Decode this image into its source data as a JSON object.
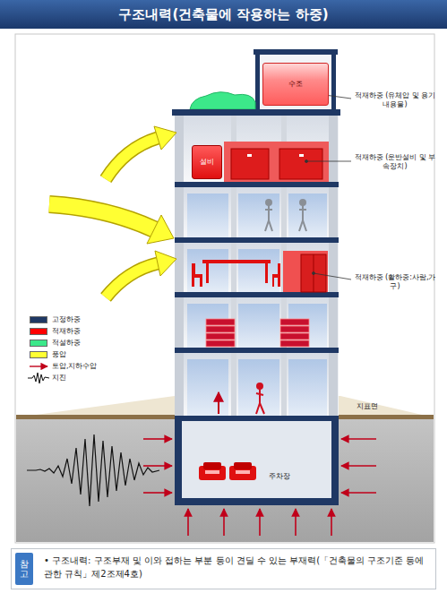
{
  "diagram": {
    "title": "구조내력(건축물에 작용하는 하중)",
    "nodes": [
      {
        "text": [
          "수조"
        ]
      },
      {
        "text": [
          "설비"
        ]
      },
      {
        "text": [
          "• 구조내력: 구조부재 및 이와 접하는 부분 등이 견딜 수 있는 부재력(「건축물의 구조기준 등에 관한 규칙」제2조제4호)"
        ]
      },
      {
        "text": [
          "참고"
        ],
        "in": 2
      }
    ],
    "labels": [
      "적재하중 (유체압 및 용기내용물)",
      "적재하중 (운반설비 및 부속장치)",
      "적재하중 (활하중:사람,가구)",
      "지표면",
      "주차장"
    ],
    "legend": [
      {
        "text": "고정하중",
        "color": "#1f3864"
      },
      {
        "text": "적재하중",
        "color": "#ff0000"
      },
      {
        "text": "적설하중",
        "color": "#3ce88a"
      },
      {
        "text": "풍압",
        "color": "#ffff33"
      },
      {
        "text": "토압,지하수압"
      },
      {
        "text": "지진"
      }
    ]
  }
}
